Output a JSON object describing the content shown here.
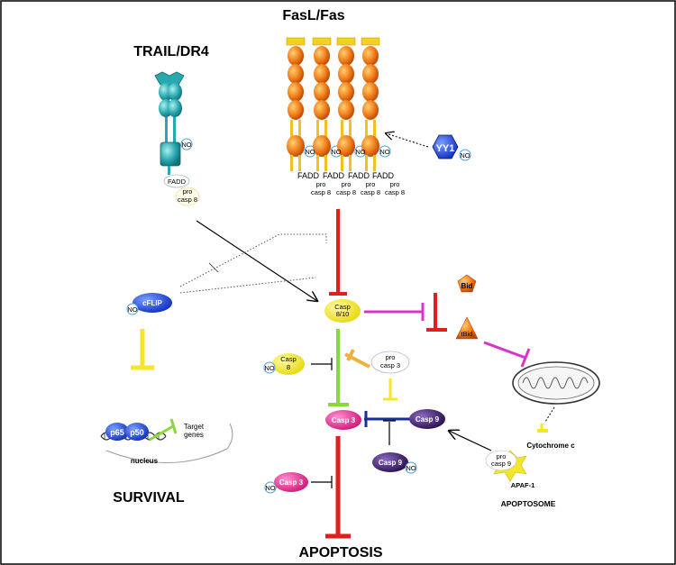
{
  "labels": {
    "fasl_fas": "FasL/Fas",
    "trail_dr4": "TRAIL/DR4",
    "no": "NO",
    "fadd": "FADD",
    "pro": "pro",
    "casp8_lc": "casp 8",
    "yy1": "YY1",
    "cflip": "cFLIP",
    "casp8_10": "Casp",
    "casp8_10b": "8/10",
    "bid": "Bid",
    "tbid": "tBid",
    "casp8": "Casp",
    "casp8b": "8",
    "pro_casp3": "pro",
    "pro_casp3b": "casp 3",
    "casp3": "Casp 3",
    "casp9": "Casp 9",
    "cytochrome_c": "Cytochrome c",
    "pro_casp9": "pro",
    "pro_casp9b": "casp 9",
    "apaf1": "APAF-1",
    "apoptosome": "APOPTOSOME",
    "p65": "p65",
    "p50": "p50",
    "target_genes": "Target",
    "target_genes_b": "genes",
    "nucleus": "nucleus",
    "survival": "SURVIVAL",
    "apoptosis": "APOPTOSIS"
  },
  "colors": {
    "red": "#e0201c",
    "magenta": "#d934c8",
    "yellow": "#f4e62a",
    "green": "#8ad83a",
    "navy": "#1a2e9a",
    "purple": "#3a1a6a",
    "pink": "#e0208a",
    "orange": "#ef6a14",
    "teal": "#2aa8b0",
    "cflip_blue": "#1c4ee0"
  }
}
